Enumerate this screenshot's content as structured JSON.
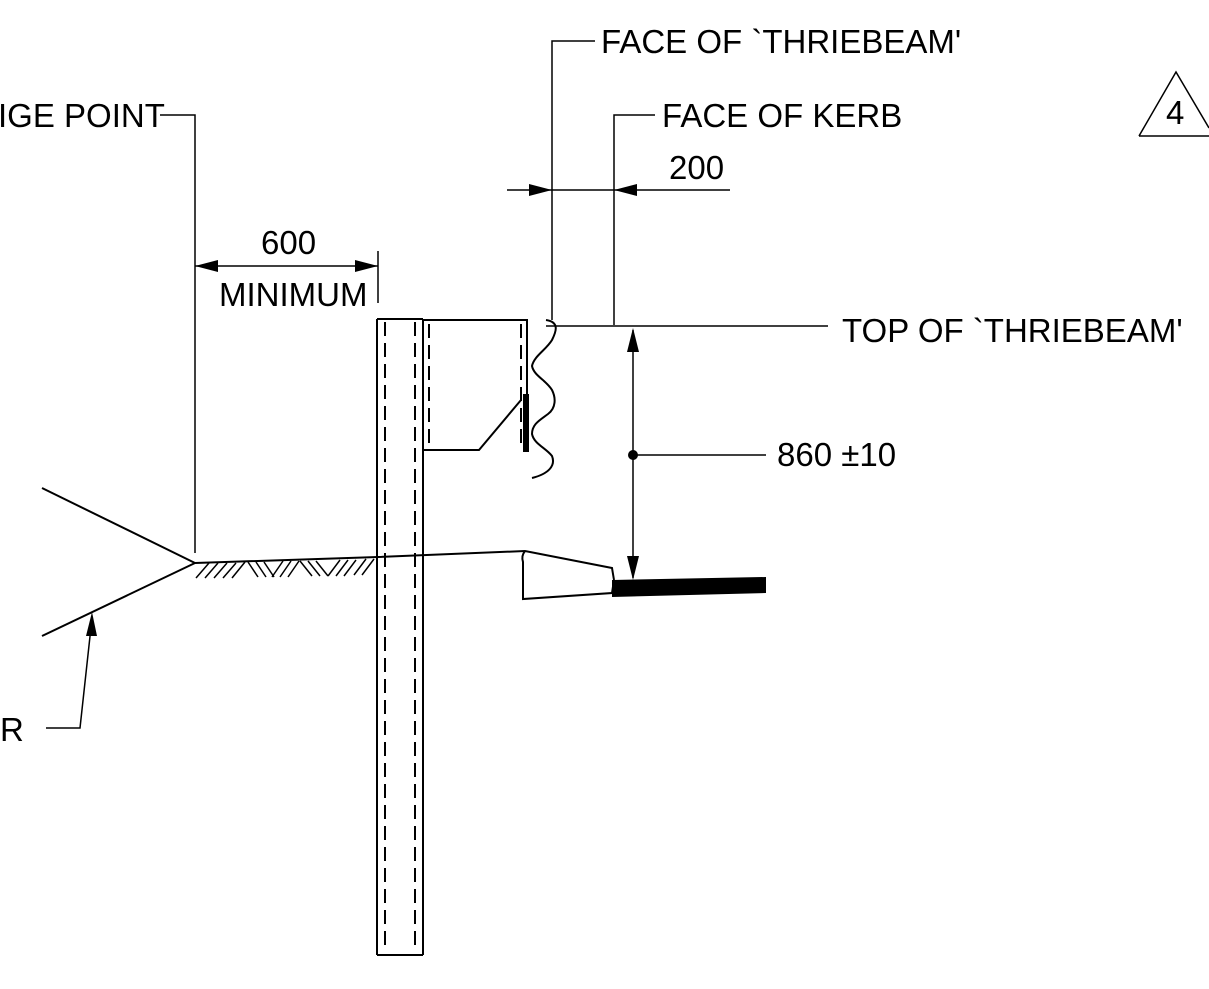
{
  "labels": {
    "face_of_thriebeam": "FACE OF `THRIEBEAM'",
    "face_of_kerb": "FACE OF KERB",
    "hinge_point": "IGE POINT",
    "dim_200": "200",
    "dim_600": "600",
    "minimum": "MINIMUM",
    "top_of_thriebeam": "TOP OF `THRIEBEAM'",
    "height_dim": "860 ±10",
    "batter_fragment": "R",
    "revision_number": "4"
  }
}
